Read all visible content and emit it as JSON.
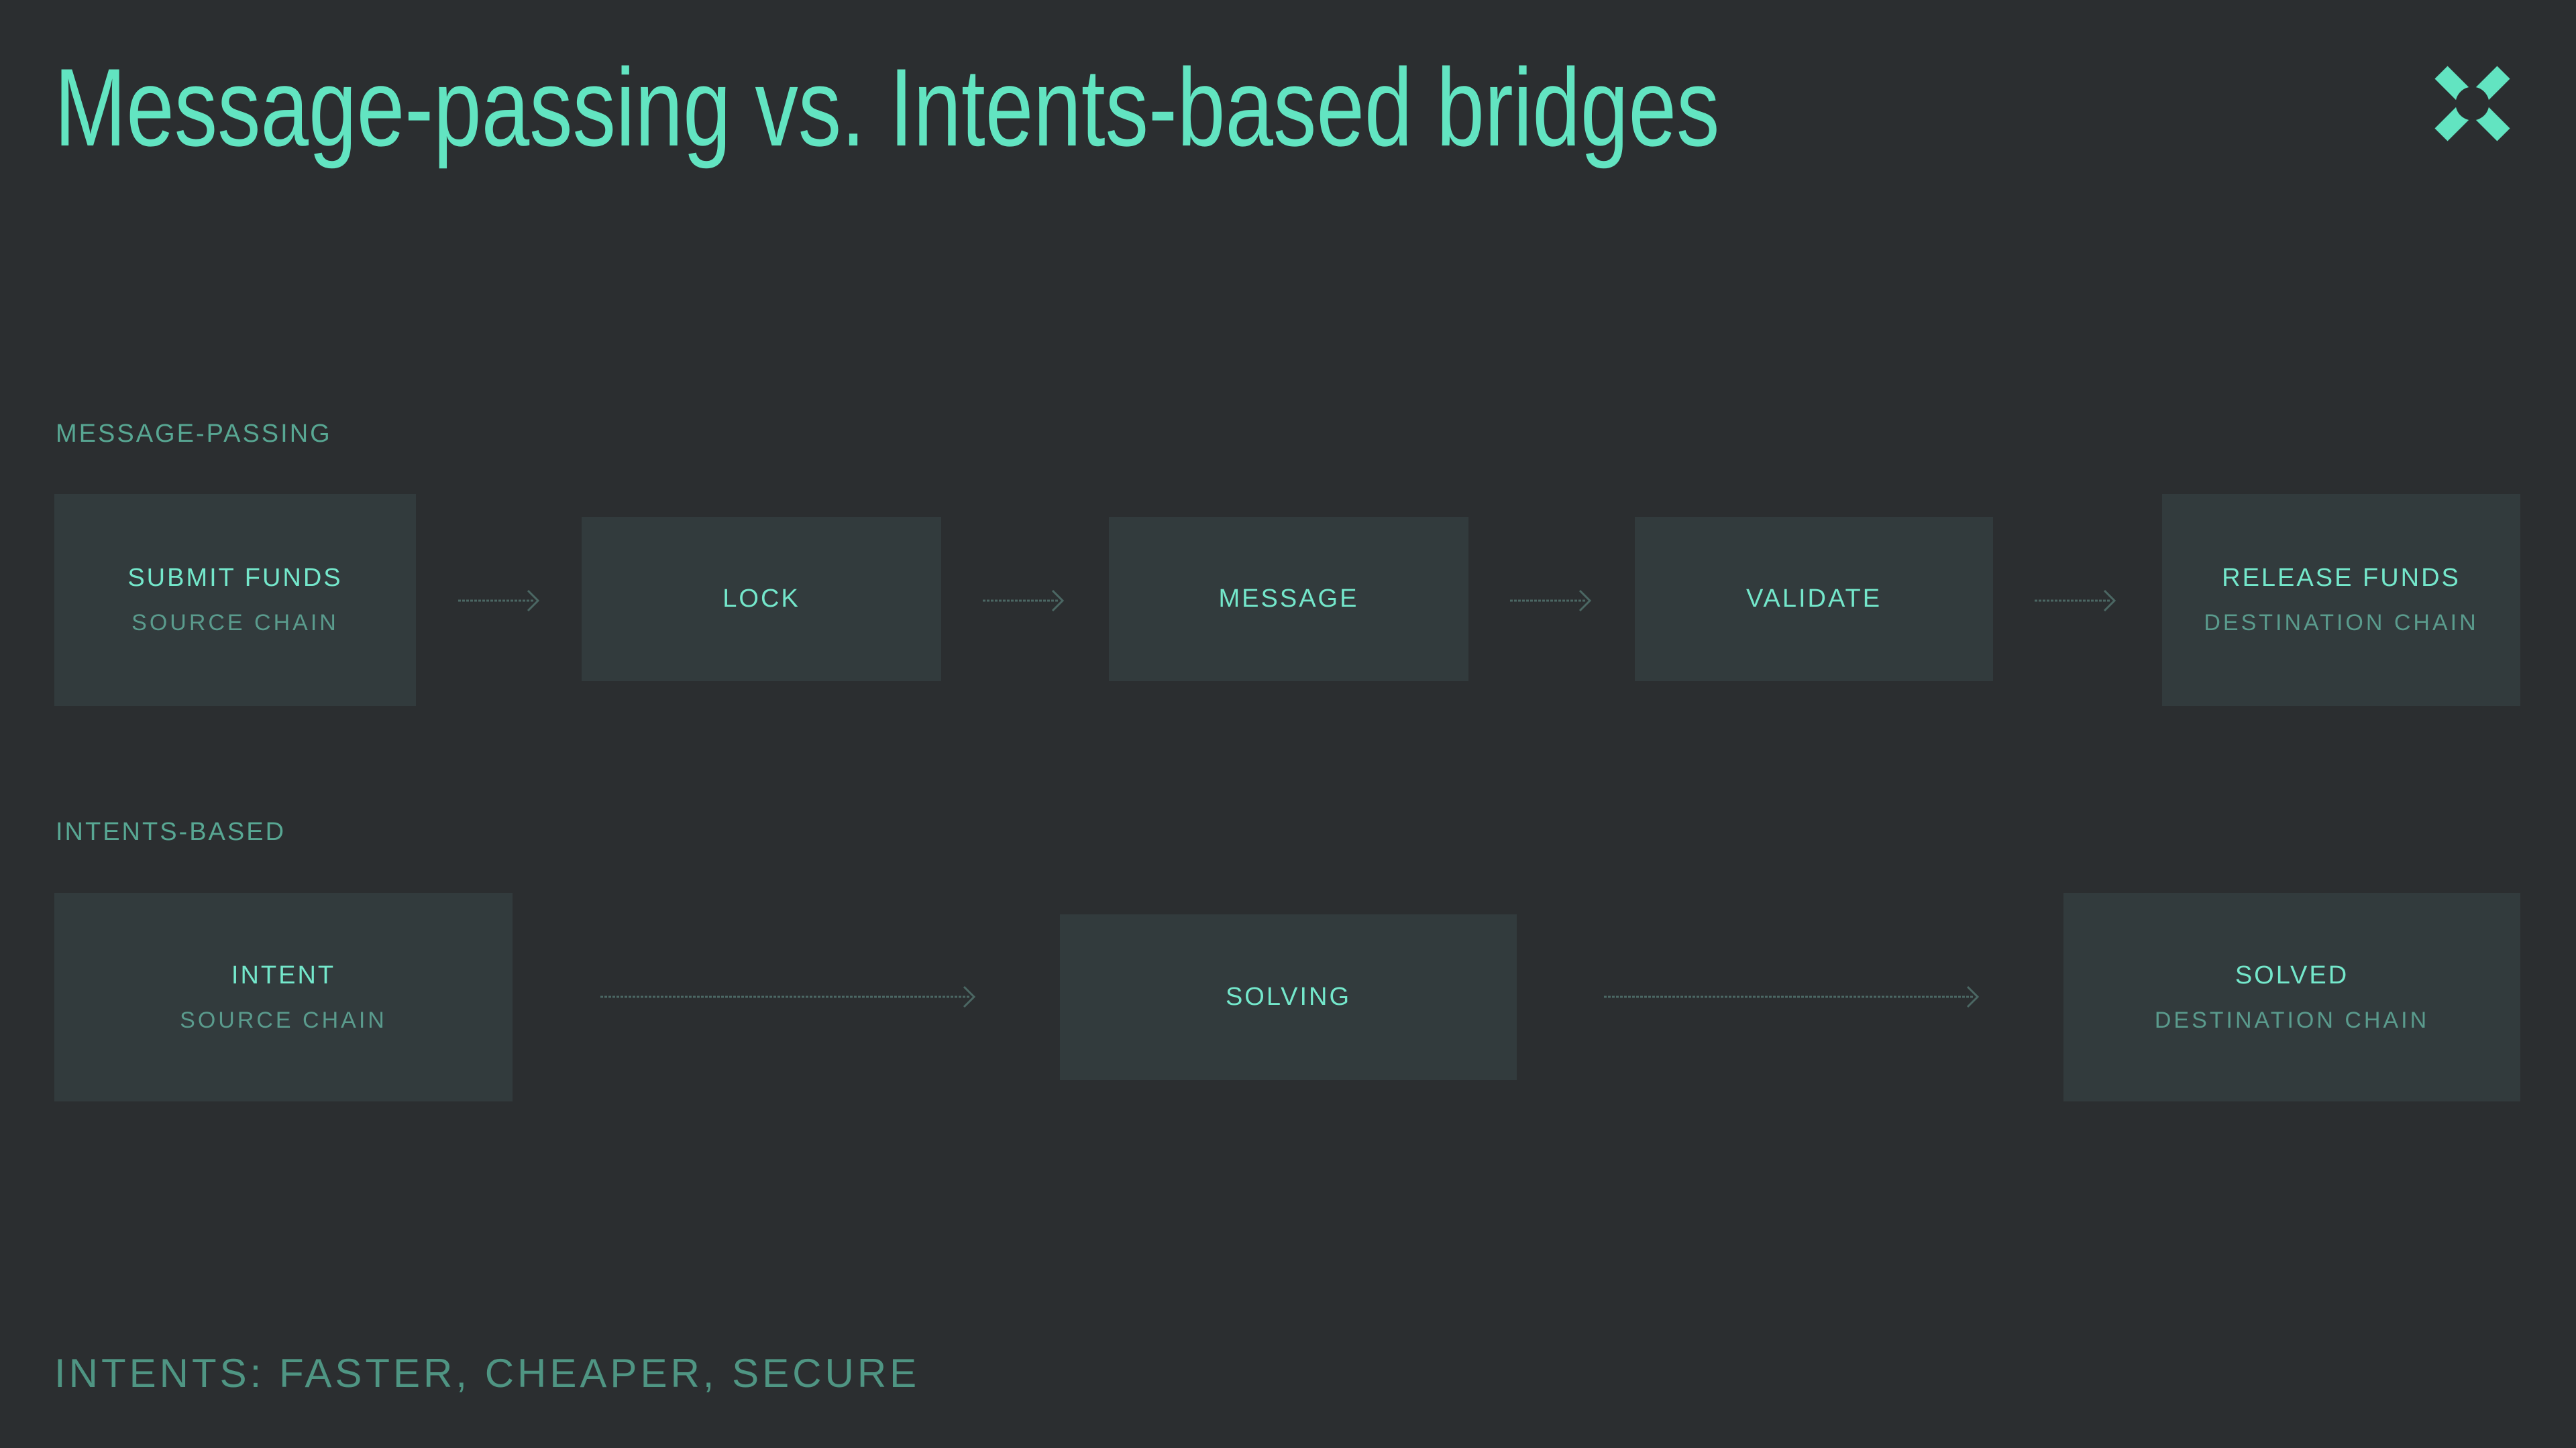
{
  "page": {
    "title": "Message-passing vs. Intents-based bridges",
    "footer": "INTENTS: FASTER, CHEAPER, SECURE"
  },
  "colors": {
    "background": "#2b2e30",
    "box_fill": "#323b3d",
    "accent_mint": "#62e4c1",
    "node_title": "#74e7cb",
    "node_subtitle": "#5a9b8d",
    "section_label": "#58a793",
    "footer_text": "#4f9583",
    "arrow": "#4b6763"
  },
  "logo": {
    "name": "x-mark-logo"
  },
  "rows": [
    {
      "label": "MESSAGE-PASSING",
      "nodes": [
        {
          "title": "SUBMIT FUNDS",
          "subtitle": "SOURCE CHAIN"
        },
        {
          "title": "LOCK"
        },
        {
          "title": "MESSAGE"
        },
        {
          "title": "VALIDATE"
        },
        {
          "title": "RELEASE FUNDS",
          "subtitle": "DESTINATION CHAIN"
        }
      ]
    },
    {
      "label": "INTENTS-BASED",
      "nodes": [
        {
          "title": "INTENT",
          "subtitle": "SOURCE CHAIN"
        },
        {
          "title": "SOLVING"
        },
        {
          "title": "SOLVED",
          "subtitle": "DESTINATION CHAIN"
        }
      ]
    }
  ]
}
